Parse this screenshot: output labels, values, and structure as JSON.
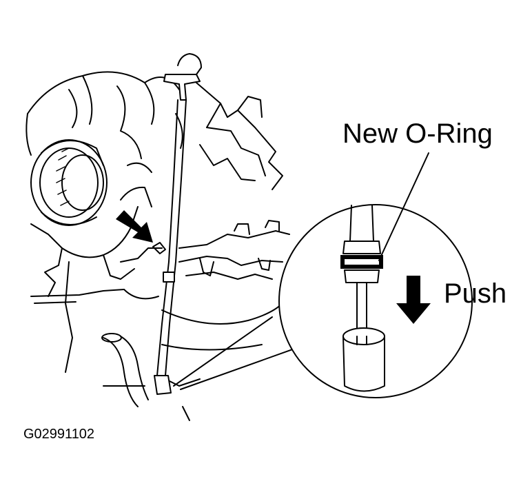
{
  "labels": {
    "new_oring": "New O-Ring",
    "push": "Push",
    "figure_code": "G02991102"
  },
  "colors": {
    "ink": "#000000",
    "paper": "#ffffff"
  },
  "icons": {
    "pointer_arrow": "arrow-pointing-to-dipstick-clip",
    "push_arrow": "down-arrow-icon"
  }
}
